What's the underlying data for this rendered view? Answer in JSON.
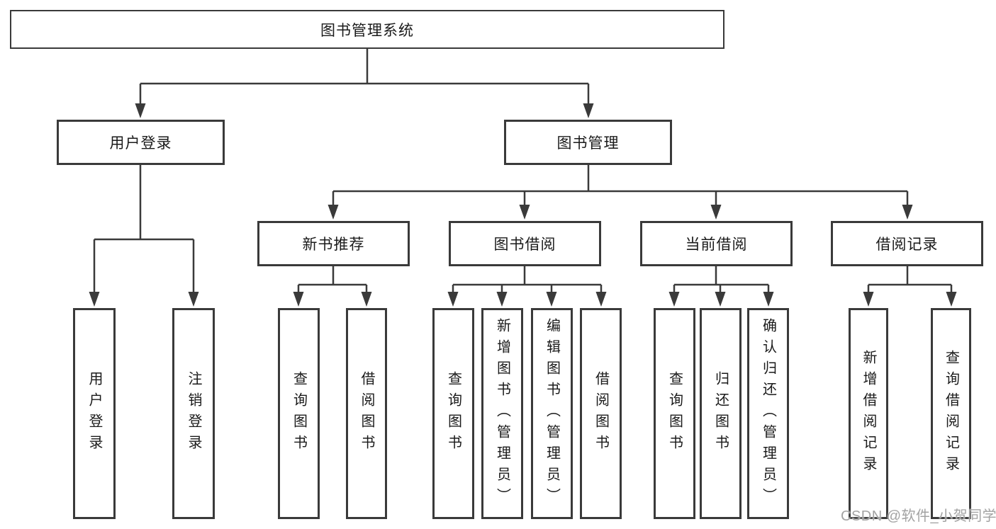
{
  "tree": {
    "root": {
      "label": "图书管理系统"
    },
    "branches": [
      {
        "label": "用户登录",
        "children": [
          "用户登录",
          "注销登录"
        ]
      },
      {
        "label": "图书管理",
        "sections": [
          {
            "label": "新书推荐",
            "children": [
              "查询图书",
              "借阅图书"
            ]
          },
          {
            "label": "图书借阅",
            "children": [
              "查询图书",
              "新增图书（管理员）",
              "编辑图书（管理员）",
              "借阅图书"
            ]
          },
          {
            "label": "当前借阅",
            "children": [
              "查询图书",
              "归还图书",
              "确认归还（管理员）"
            ]
          },
          {
            "label": "借阅记录",
            "children": [
              "新增借阅记录",
              "查询借阅记录"
            ]
          }
        ]
      }
    ]
  },
  "watermark": "CSDN @软件_小贺同学",
  "colors": {
    "line": "#3a3a3a",
    "text": "#1a1a1a",
    "watermark": "#a3a3a3",
    "background": "#ffffff"
  }
}
